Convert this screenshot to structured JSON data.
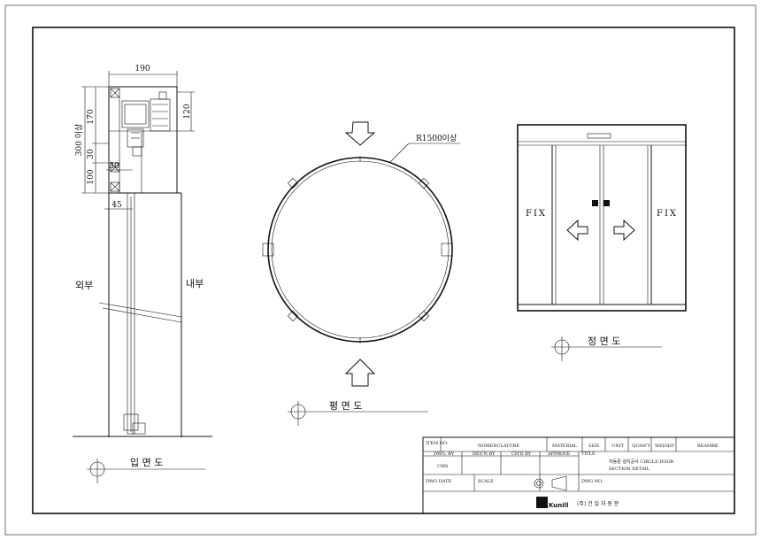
{
  "side_view": {
    "dim_width": "190",
    "dim_170": "170",
    "dim_120": "120",
    "dim_300": "300 이상",
    "dim_30a": "30",
    "dim_30b": "30",
    "dim_100": "100",
    "dim_45": "45",
    "label_outside": "외부",
    "label_inside": "내부",
    "caption": "입 면 도"
  },
  "plan_view": {
    "radius_label": "R1500이상",
    "caption": "평 면 도"
  },
  "front_view": {
    "fix_left": "FIX",
    "fix_right": "FIX",
    "caption": "정 면 도"
  },
  "title_block": {
    "item_no": "ITEM NO.",
    "nomenclature": "NOMENCLATURE",
    "material": "MATERIAL",
    "size": "SIZE",
    "unit": "UNIT",
    "quantity": "QUAN'Y",
    "weight": "WEIGHT",
    "remark": "REAMRK",
    "dwg_by": "DWG. BY",
    "desn_by": "DES'N BY",
    "chd_by": "CH'D BY",
    "approve": "APPROVE",
    "title_label": "TITLE",
    "title_line1": "자동문 설치공사 CIRCLE DOOR",
    "title_line2": "SECTION DETAIL",
    "drawer": "CMS",
    "dwg_date": "DWG DATE",
    "scale": "SCALE",
    "dwg_no": "DWG NO.",
    "logo": "Kunill",
    "company": "(주) 건 일 자 동 문"
  }
}
